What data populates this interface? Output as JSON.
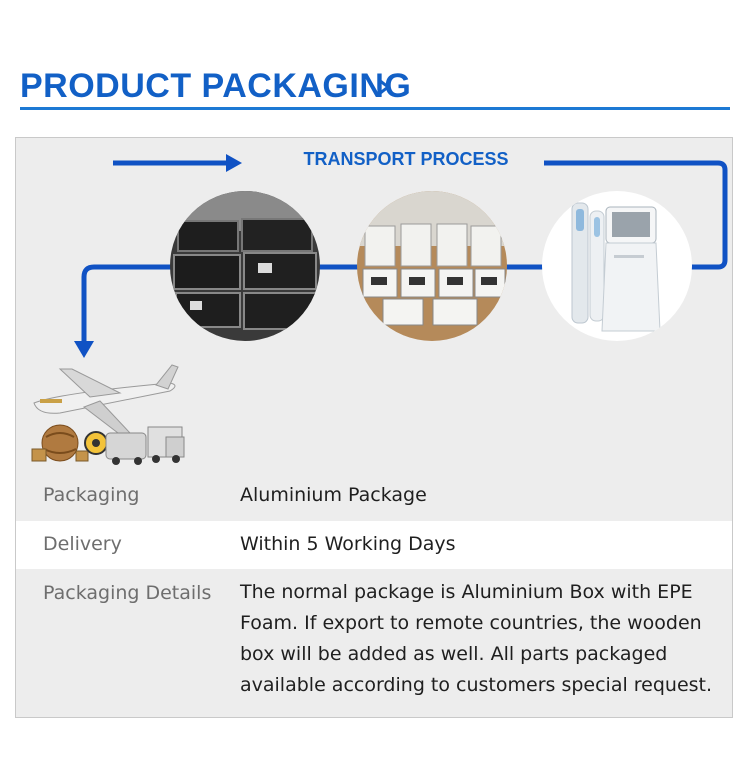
{
  "header": {
    "title": "PRODUCT PACKAGING",
    "accent_color": "#1260c6",
    "chevron_icon": "chevron-right-icon"
  },
  "process": {
    "title": "TRANSPORT PROCESS",
    "arrow_color": "#1052c4",
    "steps": [
      {
        "icon": "aluminium-cases-photo"
      },
      {
        "icon": "open-boxes-photo"
      },
      {
        "icon": "machine-photo"
      },
      {
        "icon": "airplane-truck-photo"
      }
    ]
  },
  "specs": {
    "rows": [
      {
        "label": "Packaging",
        "value": "Aluminium Package"
      },
      {
        "label": "Delivery",
        "value": "Within 5 Working Days"
      },
      {
        "label": "Packaging Details",
        "value": "The normal package is Aluminium Box with EPE Foam. If export to remote countries, the wooden box will be added as well. All parts packaged available according to customers special request."
      }
    ]
  }
}
